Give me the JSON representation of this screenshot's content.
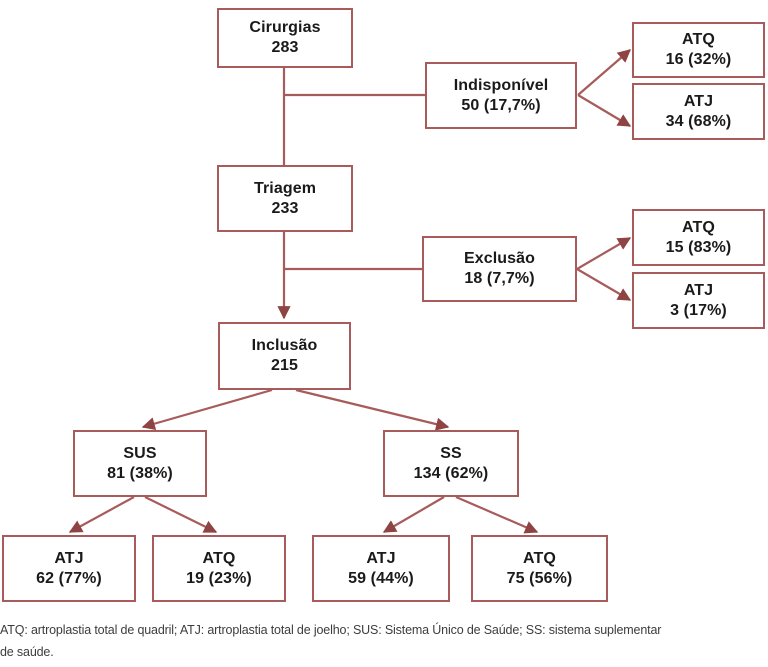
{
  "figure": {
    "kind": "flow-diagram",
    "accent_color": "#a85b5b",
    "text_color": "#1a1a1a",
    "background": "#ffffff"
  },
  "nodes": {
    "cirurgias": {
      "label": "Cirurgias",
      "value": "283"
    },
    "indisponivel": {
      "label": "Indisponível",
      "value": "50 (17,7%)"
    },
    "indisp_atq": {
      "label": "ATQ",
      "value": "16 (32%)"
    },
    "indisp_atj": {
      "label": "ATJ",
      "value": "34 (68%)"
    },
    "triagem": {
      "label": "Triagem",
      "value": "233"
    },
    "exclusao": {
      "label": "Exclusão",
      "value": "18 (7,7%)"
    },
    "excl_atq": {
      "label": "ATQ",
      "value": "15 (83%)"
    },
    "excl_atj": {
      "label": "ATJ",
      "value": "3 (17%)"
    },
    "inclusao": {
      "label": "Inclusão",
      "value": "215"
    },
    "sus": {
      "label": "SUS",
      "value": "81 (38%)"
    },
    "ss": {
      "label": "SS",
      "value": "134 (62%)"
    },
    "sus_atj": {
      "label": "ATJ",
      "value": "62 (77%)"
    },
    "sus_atq": {
      "label": "ATQ",
      "value": "19 (23%)"
    },
    "ss_atj": {
      "label": "ATJ",
      "value": "59 (44%)"
    },
    "ss_atq": {
      "label": "ATQ",
      "value": "75 (56%)"
    }
  },
  "caption": {
    "line1": "ATQ: artroplastia total de quadril; ATJ: artroplastia total de joelho; SUS: Sistema Único de Saúde; SS: sistema suplementar",
    "line2": "de saúde."
  },
  "chart_data": {
    "type": "diagram",
    "title": "",
    "flow": [
      {
        "id": "cirurgias",
        "label": "Cirurgias",
        "n": 283,
        "pct": null,
        "children": [
          "indisponivel",
          "triagem"
        ]
      },
      {
        "id": "indisponivel",
        "label": "Indisponível",
        "n": 50,
        "pct": 17.7,
        "children": [
          "indisp_atq",
          "indisp_atj"
        ]
      },
      {
        "id": "indisp_atq",
        "label": "ATQ",
        "n": 16,
        "pct": 32,
        "children": []
      },
      {
        "id": "indisp_atj",
        "label": "ATJ",
        "n": 34,
        "pct": 68,
        "children": []
      },
      {
        "id": "triagem",
        "label": "Triagem",
        "n": 233,
        "pct": null,
        "children": [
          "exclusao",
          "inclusao"
        ]
      },
      {
        "id": "exclusao",
        "label": "Exclusão",
        "n": 18,
        "pct": 7.7,
        "children": [
          "excl_atq",
          "excl_atj"
        ]
      },
      {
        "id": "excl_atq",
        "label": "ATQ",
        "n": 15,
        "pct": 83,
        "children": []
      },
      {
        "id": "excl_atj",
        "label": "ATJ",
        "n": 3,
        "pct": 17,
        "children": []
      },
      {
        "id": "inclusao",
        "label": "Inclusão",
        "n": 215,
        "pct": null,
        "children": [
          "sus",
          "ss"
        ]
      },
      {
        "id": "sus",
        "label": "SUS",
        "n": 81,
        "pct": 38,
        "children": [
          "sus_atj",
          "sus_atq"
        ]
      },
      {
        "id": "ss",
        "label": "SS",
        "n": 134,
        "pct": 62,
        "children": [
          "ss_atj",
          "ss_atq"
        ]
      },
      {
        "id": "sus_atj",
        "label": "ATJ",
        "n": 62,
        "pct": 77,
        "children": []
      },
      {
        "id": "sus_atq",
        "label": "ATQ",
        "n": 19,
        "pct": 23,
        "children": []
      },
      {
        "id": "ss_atj",
        "label": "ATJ",
        "n": 59,
        "pct": 44,
        "children": []
      },
      {
        "id": "ss_atq",
        "label": "ATQ",
        "n": 75,
        "pct": 56,
        "children": []
      }
    ]
  }
}
